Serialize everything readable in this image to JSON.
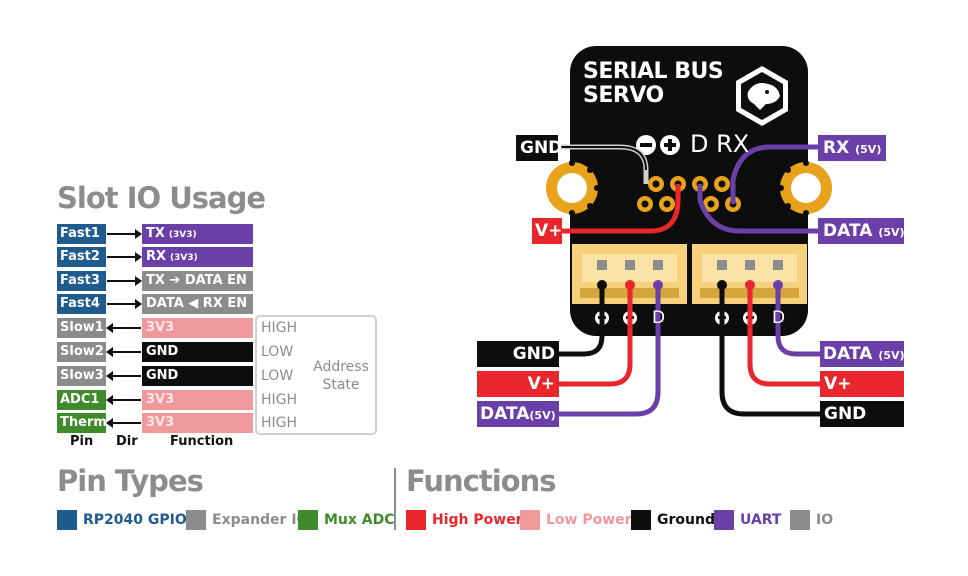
{
  "slot_io": {
    "title": "Slot IO Usage",
    "rows": [
      {
        "pin": "Fast1",
        "func_main": "TX",
        "func_sub": "(3V3)",
        "pin_color": "#1f5b8c",
        "func_color": "#6a3fa8"
      },
      {
        "pin": "Fast2",
        "func_main": "RX",
        "func_sub": "(3V3)",
        "pin_color": "#1f5b8c",
        "func_color": "#6a3fa8"
      },
      {
        "pin": "Fast3",
        "func_main": "TX ➔ DATA EN",
        "func_sub": "",
        "pin_color": "#1f5b8c",
        "func_color": "#8c8c8c"
      },
      {
        "pin": "Fast4",
        "func_main": "DATA ◀ RX EN",
        "func_sub": "",
        "pin_color": "#1f5b8c",
        "func_color": "#8c8c8c"
      },
      {
        "pin": "Slow1",
        "func_main": "3V3",
        "func_sub": "",
        "pin_color": "#8c8c8c",
        "func_color": "#f0999b",
        "state": "HIGH"
      },
      {
        "pin": "Slow2",
        "func_main": "GND",
        "func_sub": "",
        "pin_color": "#8c8c8c",
        "func_color": "#0d0d0d",
        "state": "LOW"
      },
      {
        "pin": "Slow3",
        "func_main": "GND",
        "func_sub": "",
        "pin_color": "#8c8c8c",
        "func_color": "#0d0d0d",
        "state": "LOW"
      },
      {
        "pin": "ADC1",
        "func_main": "3V3",
        "func_sub": "",
        "pin_color": "#3f8a2a",
        "func_color": "#f0999b",
        "state": "HIGH"
      },
      {
        "pin": "Therm",
        "func_main": "3V3",
        "func_sub": "",
        "pin_color": "#3f8a2a",
        "func_color": "#f0999b",
        "state": "HIGH"
      }
    ],
    "address_state_line1": "Address",
    "address_state_line2": "State",
    "col_pin": "Pin",
    "col_dir": "Dir",
    "col_function": "Function"
  },
  "pin_types": {
    "title": "Pin Types",
    "items": [
      {
        "label": "RP2040 GPIO",
        "color": "#1f5b8c"
      },
      {
        "label": "Expander IO",
        "color": "#8c8c8c"
      },
      {
        "label": "Mux ADC",
        "color": "#3f8a2a"
      }
    ]
  },
  "functions": {
    "title": "Functions",
    "items": [
      {
        "label": "High Power",
        "color": "#e8262c"
      },
      {
        "label": "Low Power",
        "color": "#f0999b"
      },
      {
        "label": "Ground",
        "color": "#0d0d0d"
      },
      {
        "label": "UART",
        "color": "#6a3fa8"
      },
      {
        "label": "IO",
        "color": "#8c8c8c"
      }
    ]
  },
  "board": {
    "title_line1": "SERIAL BUS",
    "title_line2": "SERVO",
    "pin_marks": "D RX",
    "port_marks_left": "D",
    "port_marks_right": "D",
    "logo_icon": "bear-hexagon-icon"
  },
  "wire_labels": {
    "gnd_top": "GND",
    "v_plus_top": "V+",
    "rx_main": "RX",
    "rx_sub": "(5V)",
    "data_top_main": "DATA",
    "data_top_sub": "(5V)",
    "left_gnd": "GND",
    "left_vplus": "V+",
    "left_data_main": "DATA",
    "left_data_sub": "(5V)",
    "right_data_main": "DATA",
    "right_data_sub": "(5V)",
    "right_vplus": "V+",
    "right_gnd": "GND"
  },
  "colors": {
    "board": "#0d0d0d",
    "gold": "#e8a21b",
    "connector": "#f6d07a",
    "wire_black": "#0d0d0d",
    "wire_red": "#e8262c",
    "wire_purple": "#6a3fa8",
    "wire_white": "#cfcfcf"
  }
}
